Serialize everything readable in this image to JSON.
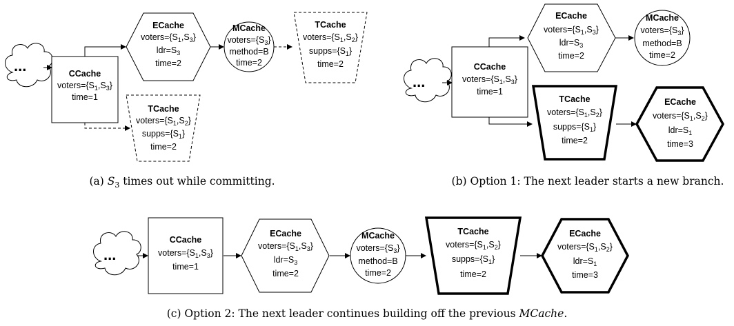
{
  "figure": {
    "panel_a": {
      "caption": {
        "pre": "(a) ",
        "var": "S",
        "sub": "3",
        "rest": " times out while committing."
      },
      "nodes": {
        "ccache": {
          "title": "CCache",
          "l1": "voters={S1,S3}",
          "l2": "time=1"
        },
        "ecache": {
          "title": "ECache",
          "l1": "voters={S1,S3}",
          "l2": "ldr=S3",
          "l3": "time=2"
        },
        "mcache": {
          "title": "MCache",
          "l1": "voters={S3}",
          "l2": "method=B",
          "l3": "time=2"
        },
        "tcache_top": {
          "title": "TCache",
          "l1": "voters={S1,S2}",
          "l2": "supps={S1}",
          "l3": "time=2"
        },
        "tcache_bottom": {
          "title": "TCache",
          "l1": "voters={S1,S2}",
          "l2": "supps={S1}",
          "l3": "time=2"
        }
      }
    },
    "panel_b": {
      "caption": "(b) Option 1: The next leader starts a new branch.",
      "nodes": {
        "ccache": {
          "title": "CCache",
          "l1": "voters={S1,S3}",
          "l2": "time=1"
        },
        "ecache": {
          "title": "ECache",
          "l1": "voters={S1,S3}",
          "l2": "ldr=S3",
          "l3": "time=2"
        },
        "mcache": {
          "title": "MCache",
          "l1": "voters={S3}",
          "l2": "method=B",
          "l3": "time=2"
        },
        "tcache": {
          "title": "TCache",
          "l1": "voters={S1,S2}",
          "l2": "supps={S1}",
          "l3": "time=2"
        },
        "ecache2": {
          "title": "ECache",
          "l1": "voters={S1,S2}",
          "l2": "ldr=S1",
          "l3": "time=3"
        }
      }
    },
    "panel_c": {
      "caption": {
        "pre": "(c) Option 2: The next leader continues building off the previous ",
        "ital": "MCache",
        "post": "."
      },
      "nodes": {
        "ccache": {
          "title": "CCache",
          "l1": "voters={S1,S3}",
          "l2": "time=1"
        },
        "ecache": {
          "title": "ECache",
          "l1": "voters={S1,S3}",
          "l2": "ldr=S3",
          "l3": "time=2"
        },
        "mcache": {
          "title": "MCache",
          "l1": "voters={S3}",
          "l2": "method=B",
          "l3": "time=2"
        },
        "tcache": {
          "title": "TCache",
          "l1": "voters={S1,S2}",
          "l2": "supps={S1}",
          "l3": "time=2"
        },
        "ecache2": {
          "title": "ECache",
          "l1": "voters={S1,S2}",
          "l2": "ldr=S1",
          "l3": "time=3"
        }
      }
    },
    "ellipsis": "..."
  }
}
